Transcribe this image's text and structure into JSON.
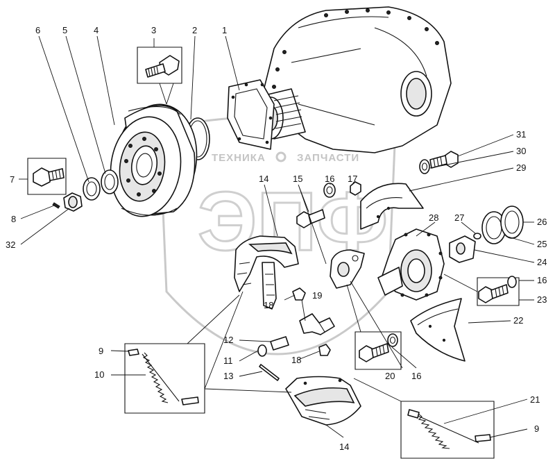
{
  "watermark": {
    "line1": "ТЕХНИКА",
    "line2": "ЗАПЧАСТИ",
    "logo": "ЭПФ"
  },
  "callouts": [
    {
      "id": "c1",
      "text": "1"
    },
    {
      "id": "c2",
      "text": "2"
    },
    {
      "id": "c3",
      "text": "3"
    },
    {
      "id": "c4",
      "text": "4"
    },
    {
      "id": "c5",
      "text": "5"
    },
    {
      "id": "c6",
      "text": "6"
    },
    {
      "id": "c7",
      "text": "7"
    },
    {
      "id": "c8",
      "text": "8"
    },
    {
      "id": "c32",
      "text": "32"
    },
    {
      "id": "c14a",
      "text": "14"
    },
    {
      "id": "c15",
      "text": "15"
    },
    {
      "id": "c16a",
      "text": "16"
    },
    {
      "id": "c17",
      "text": "17"
    },
    {
      "id": "c31",
      "text": "31"
    },
    {
      "id": "c30",
      "text": "30"
    },
    {
      "id": "c29",
      "text": "29"
    },
    {
      "id": "c28",
      "text": "28"
    },
    {
      "id": "c27",
      "text": "27"
    },
    {
      "id": "c26",
      "text": "26"
    },
    {
      "id": "c25",
      "text": "25"
    },
    {
      "id": "c24",
      "text": "24"
    },
    {
      "id": "c16b",
      "text": "16"
    },
    {
      "id": "c23",
      "text": "23"
    },
    {
      "id": "c22",
      "text": "22"
    },
    {
      "id": "c18a",
      "text": "18"
    },
    {
      "id": "c19",
      "text": "19"
    },
    {
      "id": "c12",
      "text": "12"
    },
    {
      "id": "c11",
      "text": "11"
    },
    {
      "id": "c13",
      "text": "13"
    },
    {
      "id": "c18b",
      "text": "18"
    },
    {
      "id": "c20",
      "text": "20"
    },
    {
      "id": "c16c",
      "text": "16"
    },
    {
      "id": "c9a",
      "text": "9"
    },
    {
      "id": "c10",
      "text": "10"
    },
    {
      "id": "c21",
      "text": "21"
    },
    {
      "id": "c9b",
      "text": "9"
    },
    {
      "id": "c14b",
      "text": "14"
    }
  ]
}
